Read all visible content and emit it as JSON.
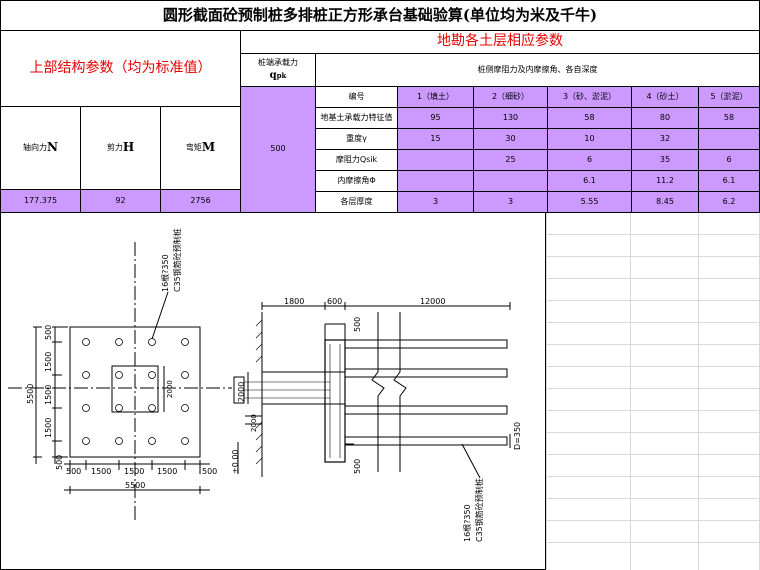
{
  "title": "圆形截面砼预制桩多排桩正方形承台基础验算(单位均为米及千牛)",
  "upper": {
    "heading": "上部结构参数（均为标准值）",
    "axial_label": "轴向力",
    "axial_sym": "N",
    "shear_label": "剪力",
    "shear_sym": "H",
    "moment_label": "弯矩",
    "moment_sym": "M",
    "axial_value": "177.375",
    "shear_value": "92",
    "moment_value": "2756"
  },
  "soil": {
    "heading": "地勘各土层相应参数",
    "qpk_label": "桩端承载力",
    "qpk_sym": "q",
    "qpk_sub": "pk",
    "qpk_value": "500",
    "side_desc": "桩侧摩阻力及内摩擦角、各自深度",
    "header_label": "编号",
    "layers": [
      "1（填土）",
      "2（细砂）",
      "3（砂、淤泥）",
      "4（砂土）",
      "5（淤泥）"
    ],
    "rows": [
      {
        "label": "地基土承载力特征值",
        "values": [
          "95",
          "130",
          "58",
          "80",
          "58"
        ]
      },
      {
        "label": "重度γ",
        "values": [
          "15",
          "30",
          "10",
          "32",
          ""
        ]
      },
      {
        "label": "摩阻力Qsik",
        "values": [
          "",
          "25",
          "6",
          "35",
          "6"
        ]
      },
      {
        "label": "内摩擦角Φ",
        "values": [
          "",
          "",
          "6.1",
          "11.2",
          "6.1"
        ]
      },
      {
        "label": "各层厚度",
        "values": [
          "3",
          "3",
          "5.55",
          "8.45",
          "6.2"
        ]
      }
    ]
  },
  "plan": {
    "pile_note_1": "16根?350",
    "pile_note_2": "C35钢筋砼预制桩",
    "dim_left_1": "500",
    "dim_left_2": "1500",
    "dim_left_3": "1500",
    "dim_left_4": "1500",
    "dim_left_5": "500",
    "dim_total": "5500",
    "dim_bot_1": "500",
    "dim_bot_2": "1500",
    "dim_bot_3": "1500",
    "dim_bot_4": "1500",
    "dim_bot_5": "500",
    "dim_inner": "2000"
  },
  "section": {
    "dim_1800": "1800",
    "dim_600": "600",
    "dim_12000": "12000",
    "dim_500_top": "500",
    "dim_2000a": "2000",
    "dim_2000b": "2000",
    "dim_500_bot": "500",
    "elev": "±0.00",
    "diam": "D=350",
    "pile_note_1": "16根?350",
    "pile_note_2": "C35钢筋砼预制桩"
  }
}
